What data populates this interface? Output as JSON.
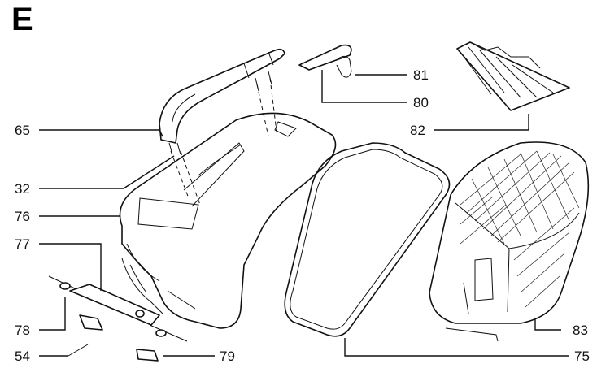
{
  "diagram": {
    "section_letter": "E",
    "callouts": [
      {
        "key": "65",
        "label": "65"
      },
      {
        "key": "32",
        "label": "32"
      },
      {
        "key": "76",
        "label": "76"
      },
      {
        "key": "77",
        "label": "77"
      },
      {
        "key": "78",
        "label": "78"
      },
      {
        "key": "54",
        "label": "54"
      },
      {
        "key": "79",
        "label": "79"
      },
      {
        "key": "75",
        "label": "75"
      },
      {
        "key": "83",
        "label": "83"
      },
      {
        "key": "82",
        "label": "82"
      },
      {
        "key": "80",
        "label": "80"
      },
      {
        "key": "81",
        "label": "81"
      }
    ]
  }
}
